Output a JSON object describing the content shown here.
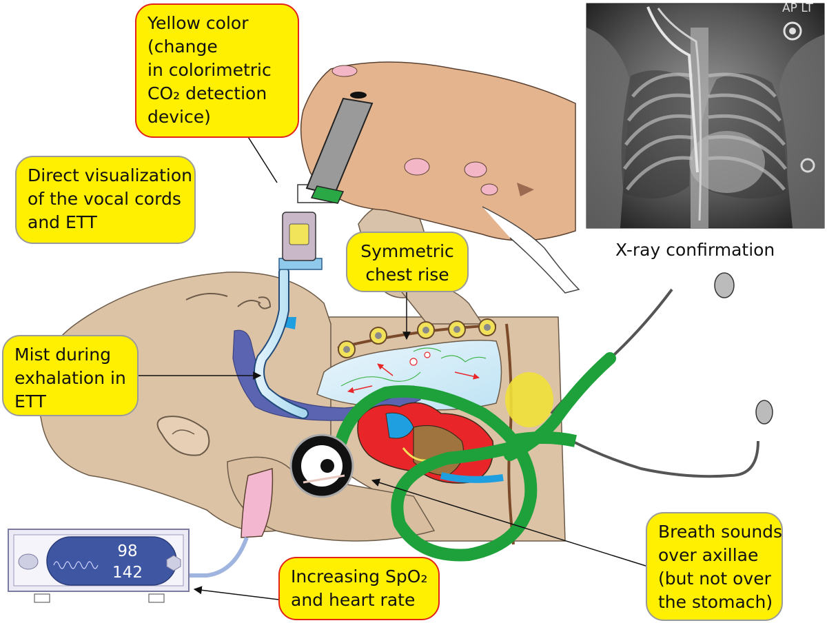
{
  "callouts": {
    "colorimetric": [
      "Yellow color",
      "(change",
      "in colorimetric",
      "CO₂ detection",
      "device)"
    ],
    "direct_visualization": [
      "Direct visualization",
      "of the vocal cords",
      "and ETT"
    ],
    "symmetric_chest": [
      "Symmetric",
      "chest rise"
    ],
    "mist": [
      "Mist during",
      "exhalation in",
      "ETT"
    ],
    "breath_sounds": [
      "Breath sounds",
      "over axillae",
      "(but not over",
      "the stomach)"
    ],
    "spo2": [
      "Increasing SpO₂",
      "and heart rate"
    ]
  },
  "xray": {
    "caption": "X-ray confirmation",
    "marker": "AP LT"
  },
  "monitor": {
    "spo2_value": "98",
    "heart_rate_value": "142"
  },
  "colors": {
    "callout_fill": "#ffef00",
    "callout_border_red": "#e2231a",
    "stethoscope_green": "#1ea13a",
    "skin": "#ddc3a6",
    "hand": "#e3b48e",
    "airway_blue": "#5b64b0",
    "monitor_screen": "#3f56a3",
    "heart_red": "#e8262a",
    "heart_blue": "#1f9fe0"
  }
}
